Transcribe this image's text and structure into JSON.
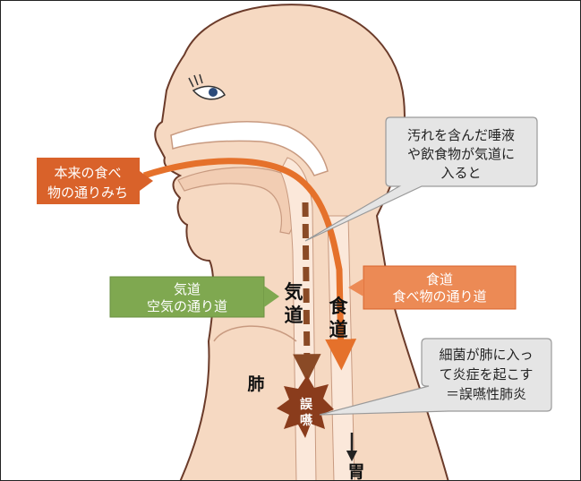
{
  "labels": {
    "normal_path_1": "本来の食べ",
    "normal_path_2": "物の通りみち",
    "trachea_title": "気道",
    "trachea_sub": "空気の通り道",
    "esophagus_title": "食道",
    "esophagus_sub": "食べ物の通り道",
    "callout_top_1": "汚れを含んだ唾液",
    "callout_top_2": "や飲食物が気道に",
    "callout_top_3": "入ると",
    "callout_bottom_1": "細菌が肺に入っ",
    "callout_bottom_2": "て炎症を起こす",
    "callout_bottom_3": "＝誤嚥性肺炎",
    "ki": "気",
    "do1": "道",
    "shoku": "食",
    "do2": "道",
    "lung": "肺",
    "go": "誤",
    "en": "嚥",
    "stomach": "胃"
  },
  "colors": {
    "skin": "#f6d9c2",
    "skin_dark": "#d9a888",
    "outline": "#6b3b2a",
    "orange": "#e5712b",
    "orange_label": "#d9622a",
    "orange_light": "#ec8a55",
    "green": "#7fa850",
    "brown_arrow": "#8a4a26",
    "burst": "#8a3c1c",
    "callout_fill": "#e5e5e5",
    "callout_stroke": "#9a9a9a"
  }
}
